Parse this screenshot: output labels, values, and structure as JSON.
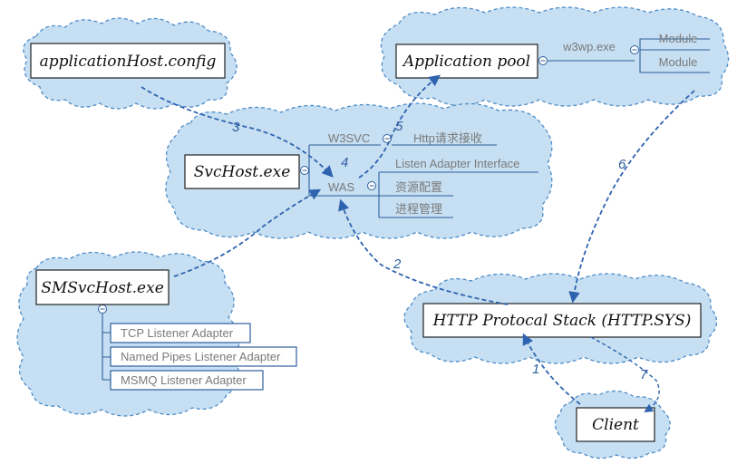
{
  "nodes": {
    "applicationhost_config": "applicationHost.config",
    "application_pool": "Application pool",
    "svchost": "SvcHost.exe",
    "smsvchost": "SMSvcHost.exe",
    "http_stack": "HTTP Protocal Stack (HTTP.SYS)",
    "client": "Client"
  },
  "app_pool_tree": {
    "process": "w3wp.exe",
    "modules": [
      "Module",
      "Module"
    ]
  },
  "svchost_tree": {
    "w3svc": "W3SVC",
    "w3svc_children": [
      "Http请求接收"
    ],
    "was": "WAS",
    "was_children": [
      "Listen Adapter Interface",
      "资源配置",
      "进程管理"
    ]
  },
  "smsvchost_tree": {
    "adapters": [
      "TCP Listener Adapter",
      "Named Pipes Listener Adapter",
      "MSMQ Listener Adapter"
    ]
  },
  "steps": [
    "1",
    "2",
    "3",
    "4",
    "5",
    "6",
    "7"
  ],
  "colors": {
    "cloud_fill": "#c6dff2",
    "cloud_stroke": "#4e8cc7",
    "arrow": "#2f63b0",
    "tree": "#2f5e9e"
  }
}
